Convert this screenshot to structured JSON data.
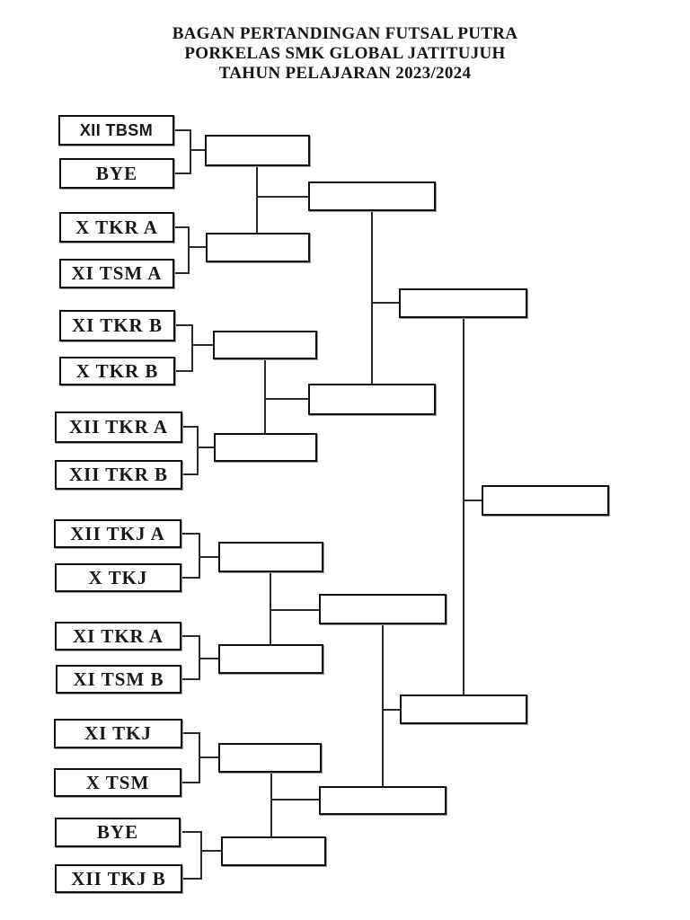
{
  "page": {
    "title_lines": [
      "BAGAN PERTANDINGAN FUTSAL PUTRA",
      "PORKELAS SMK GLOBAL JATITUJUH",
      "TAHUN PELAJARAN 2023/2024"
    ]
  },
  "bracket": {
    "round1_matches": [
      [
        "XII TBSM",
        "BYE"
      ],
      [
        "X TKR A",
        "XI TSM A"
      ],
      [
        "XI TKR B",
        "X TKR B"
      ],
      [
        "XII TKR A",
        "XII TKR B"
      ],
      [
        "XII TKJ A",
        "X TKJ"
      ],
      [
        "XI TKR A",
        "XI TSM B"
      ],
      [
        "XI TKJ",
        "X TSM"
      ],
      [
        "BYE",
        "XII TKJ B"
      ]
    ],
    "rounds": {
      "round2_empty_slots": 8,
      "round3_empty_slots": 4,
      "semifinal_empty_slots": 2,
      "final_empty_slots": 1
    }
  },
  "colors": {
    "background": "#ffffff",
    "box_border": "#101010",
    "connector_line": "#2a2a2a",
    "text": "#151515"
  }
}
